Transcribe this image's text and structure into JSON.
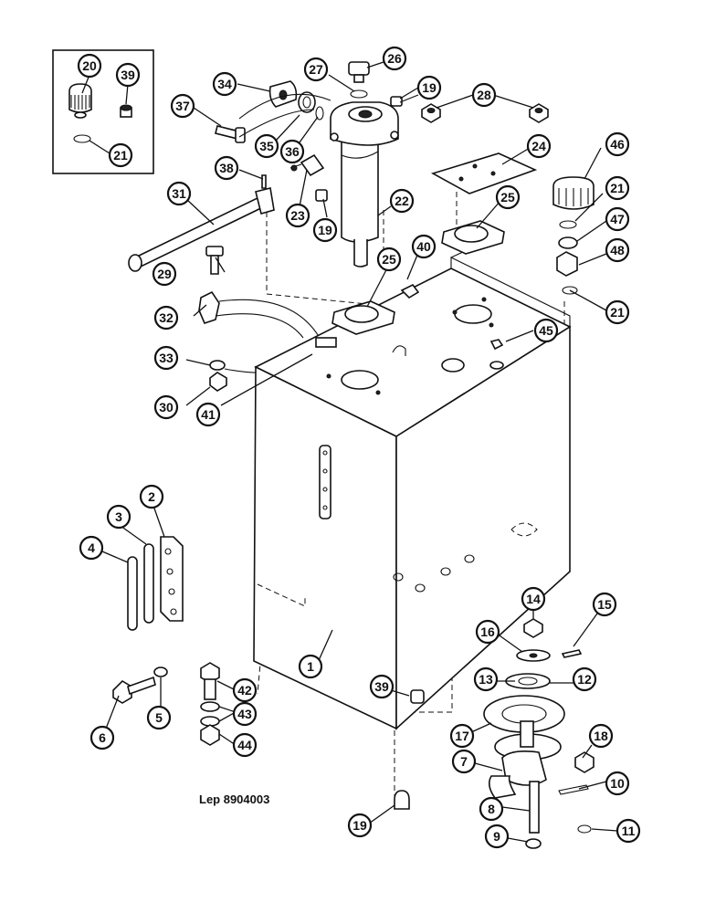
{
  "drawing_reference": "Lep 8904003",
  "callouts": [
    {
      "id": "20",
      "label": "20"
    },
    {
      "id": "39a",
      "label": "39"
    },
    {
      "id": "21a",
      "label": "21"
    },
    {
      "id": "34",
      "label": "34"
    },
    {
      "id": "27",
      "label": "27"
    },
    {
      "id": "26",
      "label": "26"
    },
    {
      "id": "19a",
      "label": "19"
    },
    {
      "id": "28",
      "label": "28"
    },
    {
      "id": "37",
      "label": "37"
    },
    {
      "id": "35",
      "label": "35"
    },
    {
      "id": "36",
      "label": "36"
    },
    {
      "id": "24",
      "label": "24"
    },
    {
      "id": "46",
      "label": "46"
    },
    {
      "id": "38",
      "label": "38"
    },
    {
      "id": "23",
      "label": "23"
    },
    {
      "id": "19b",
      "label": "19"
    },
    {
      "id": "22",
      "label": "22"
    },
    {
      "id": "21b",
      "label": "21"
    },
    {
      "id": "25a",
      "label": "25"
    },
    {
      "id": "47",
      "label": "47"
    },
    {
      "id": "31",
      "label": "31"
    },
    {
      "id": "40",
      "label": "40"
    },
    {
      "id": "48",
      "label": "48"
    },
    {
      "id": "29",
      "label": "29"
    },
    {
      "id": "25b",
      "label": "25"
    },
    {
      "id": "21c",
      "label": "21"
    },
    {
      "id": "32",
      "label": "32"
    },
    {
      "id": "45",
      "label": "45"
    },
    {
      "id": "33",
      "label": "33"
    },
    {
      "id": "30",
      "label": "30"
    },
    {
      "id": "41",
      "label": "41"
    },
    {
      "id": "2",
      "label": "2"
    },
    {
      "id": "3",
      "label": "3"
    },
    {
      "id": "4",
      "label": "4"
    },
    {
      "id": "14",
      "label": "14"
    },
    {
      "id": "15",
      "label": "15"
    },
    {
      "id": "16",
      "label": "16"
    },
    {
      "id": "1",
      "label": "1"
    },
    {
      "id": "42",
      "label": "42"
    },
    {
      "id": "13",
      "label": "13"
    },
    {
      "id": "12",
      "label": "12"
    },
    {
      "id": "39b",
      "label": "39"
    },
    {
      "id": "43",
      "label": "43"
    },
    {
      "id": "5",
      "label": "5"
    },
    {
      "id": "6",
      "label": "6"
    },
    {
      "id": "44",
      "label": "44"
    },
    {
      "id": "17",
      "label": "17"
    },
    {
      "id": "18",
      "label": "18"
    },
    {
      "id": "7",
      "label": "7"
    },
    {
      "id": "10",
      "label": "10"
    },
    {
      "id": "8",
      "label": "8"
    },
    {
      "id": "19c",
      "label": "19"
    },
    {
      "id": "11",
      "label": "11"
    },
    {
      "id": "9",
      "label": "9"
    }
  ]
}
